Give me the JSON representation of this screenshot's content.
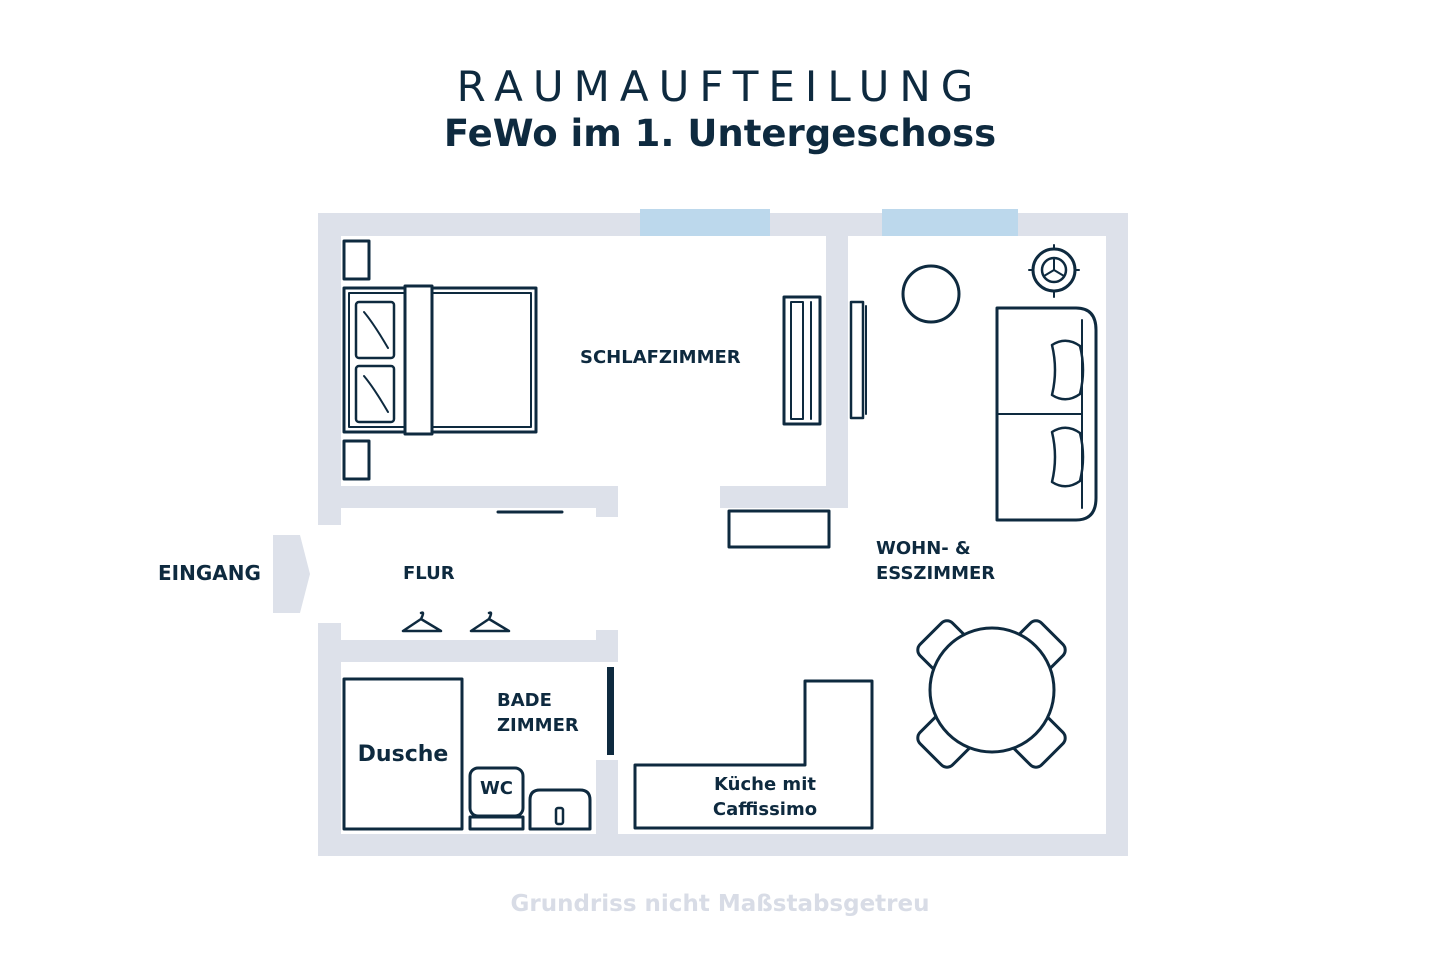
{
  "header": {
    "title": "RAUMAUFTEILUNG",
    "subtitle": "FeWo im 1. Untergeschoss"
  },
  "rooms": {
    "schlafzimmer": "SCHLAFZIMMER",
    "flur": "FLUR",
    "badezimmer": "BADE\nZIMMER",
    "wohnzimmer": "WOHN- &\nESSZIMMER",
    "kueche": "Küche mit\nCaffissimo",
    "dusche": "Dusche",
    "wc": "WC"
  },
  "entrance": {
    "label": "EINGANG"
  },
  "footnote": "Grundriss nicht Maßstabsgetreu",
  "colors": {
    "wall": "#dde1ea",
    "furniture_stroke": "#0e2a3f",
    "window": "#bcd8ec",
    "text": "#0e2a3f",
    "footnote": "#d8dce6"
  }
}
